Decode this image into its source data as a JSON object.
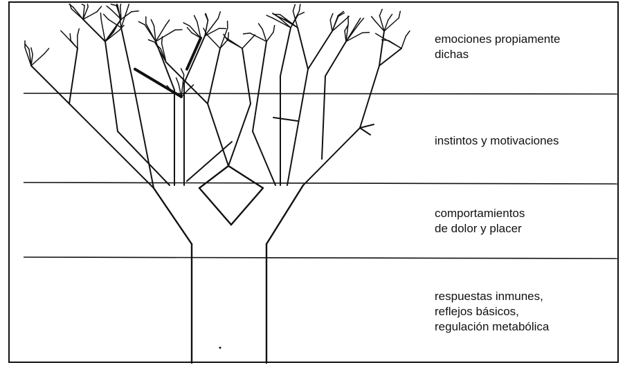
{
  "levels": [
    {
      "label": "emociones propiamente\ndichas"
    },
    {
      "label": "instintos y motivaciones"
    },
    {
      "label": "comportamientos\nde dolor y placer"
    },
    {
      "label": "respuestas inmunes,\nreflejos básicos,\nregulación metabólica"
    }
  ],
  "colors": {
    "ink": "#111111",
    "paper": "#ffffff"
  }
}
